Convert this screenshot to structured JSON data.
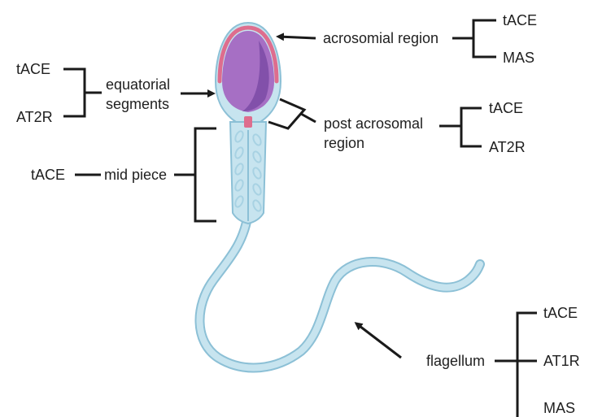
{
  "colors": {
    "line": "#1a1a1a",
    "cell_fill": "#c7e4ef",
    "cell_stroke": "#8cc0d6",
    "head_fill": "#a66fc4",
    "head_dark": "#7b4ba6",
    "acrosome_band": "#de6d8e",
    "mito": "#a8d2e3"
  },
  "labels": {
    "acrosomal_region": "acrosomial region",
    "equatorial_segments_1": "equatorial",
    "equatorial_segments_2": "segments",
    "post_acrosomal_1": "post acrosomal",
    "post_acrosomal_2": "region",
    "mid_piece": "mid piece",
    "flagellum": "flagellum"
  },
  "markers": {
    "acrosomal": [
      "tACE",
      "MAS"
    ],
    "equatorial": [
      "tACE",
      "AT2R"
    ],
    "post_acrosomal": [
      "tACE",
      "AT2R"
    ],
    "mid_piece": [
      "tACE"
    ],
    "flagellum": [
      "tACE",
      "AT1R",
      "MAS"
    ]
  }
}
